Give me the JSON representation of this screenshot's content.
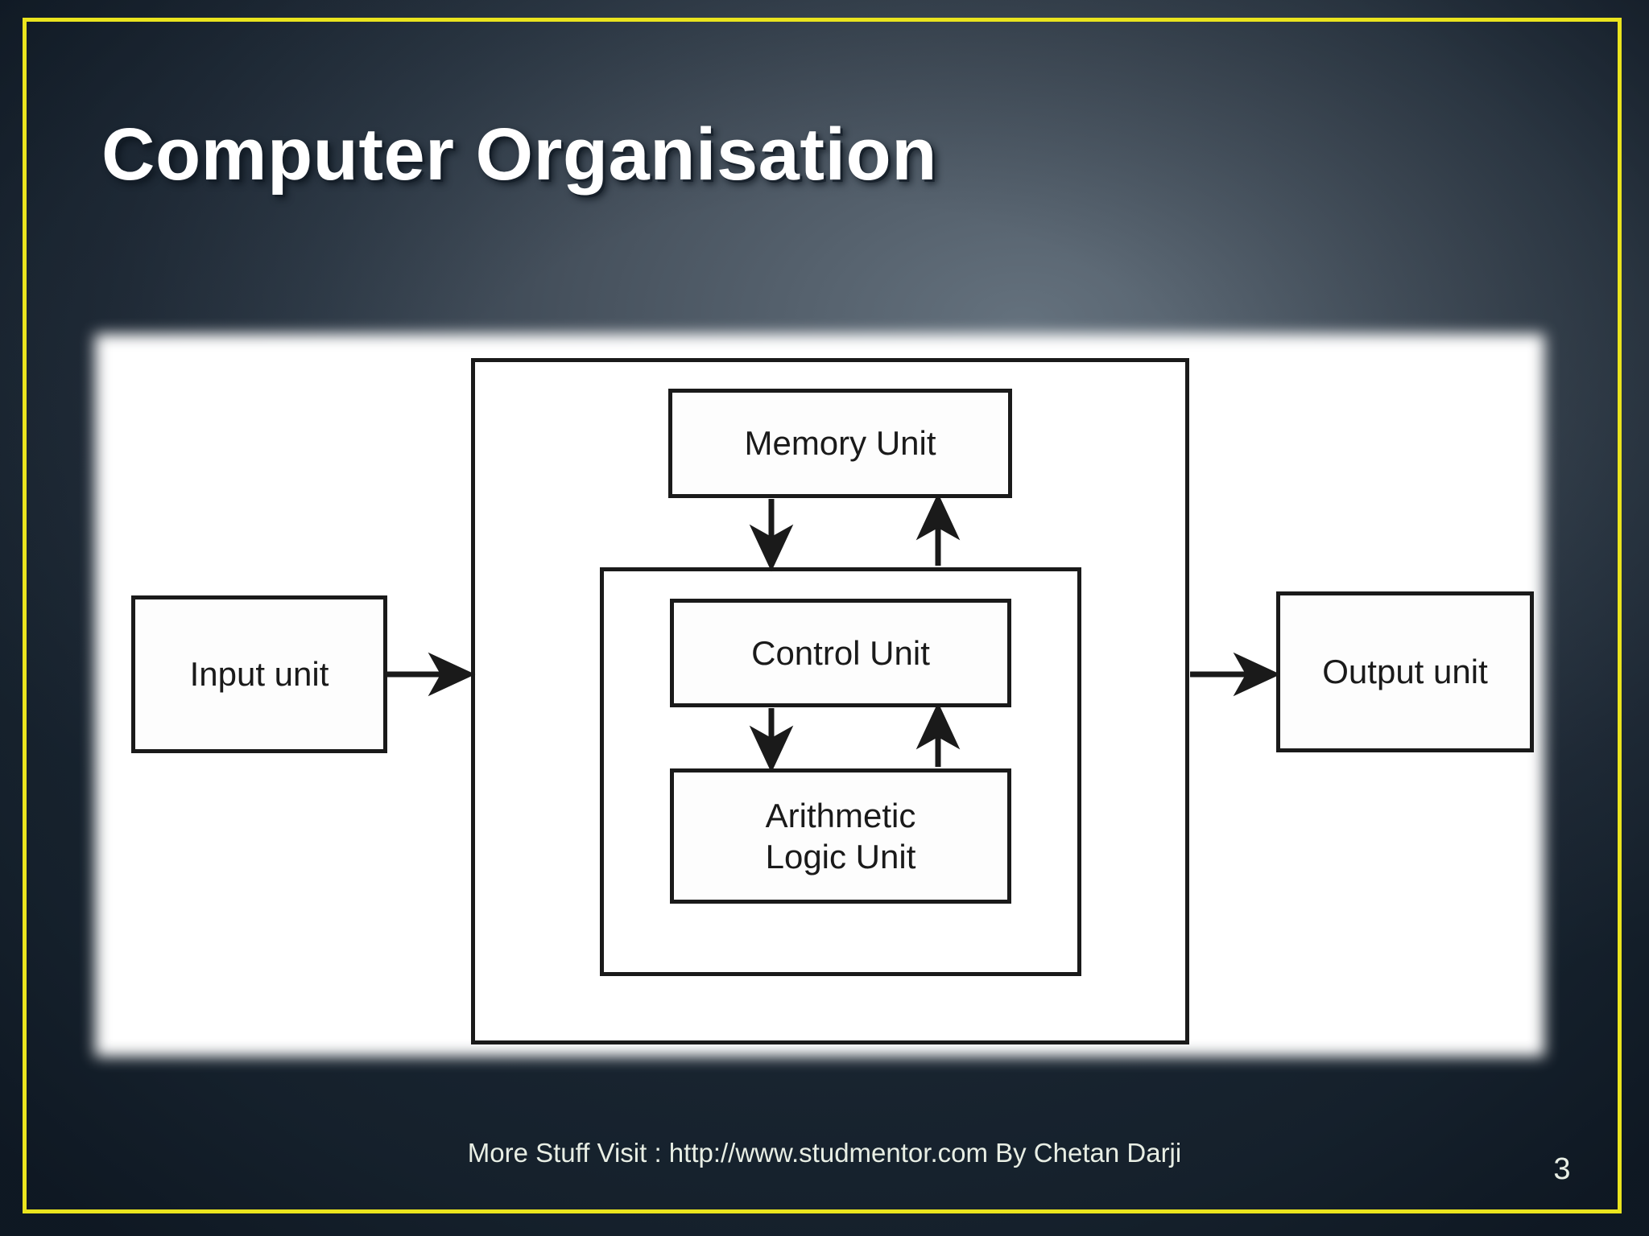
{
  "slide": {
    "title": "Computer Organisation",
    "page_number": "3",
    "footer": "More Stuff Visit : http://www.studmentor.com By Chetan Darji",
    "colors": {
      "frame_yellow": "#eae41e",
      "background_dark": "#3a4552",
      "panel_white": "#ffffff",
      "box_stroke": "#1a1a1a",
      "title_text": "#ffffff",
      "footer_text": "#e8eee4"
    }
  },
  "diagram": {
    "name": "computer-organisation-block-diagram",
    "boxes": {
      "input_unit": "Input unit",
      "output_unit": "Output unit",
      "memory_unit": "Memory Unit",
      "control_unit": "Control Unit",
      "alu_line1": "Arithmetic",
      "alu_line2": "Logic Unit",
      "cpu_outer": "",
      "cu_alu_group": ""
    },
    "arrows": [
      {
        "name": "input-to-cpu",
        "direction": "right"
      },
      {
        "name": "cpu-to-output",
        "direction": "right"
      },
      {
        "name": "memory-to-cu-alu",
        "direction": "down"
      },
      {
        "name": "cu-alu-to-memory",
        "direction": "up"
      },
      {
        "name": "control-to-alu",
        "direction": "down"
      },
      {
        "name": "alu-to-control",
        "direction": "up"
      }
    ]
  }
}
